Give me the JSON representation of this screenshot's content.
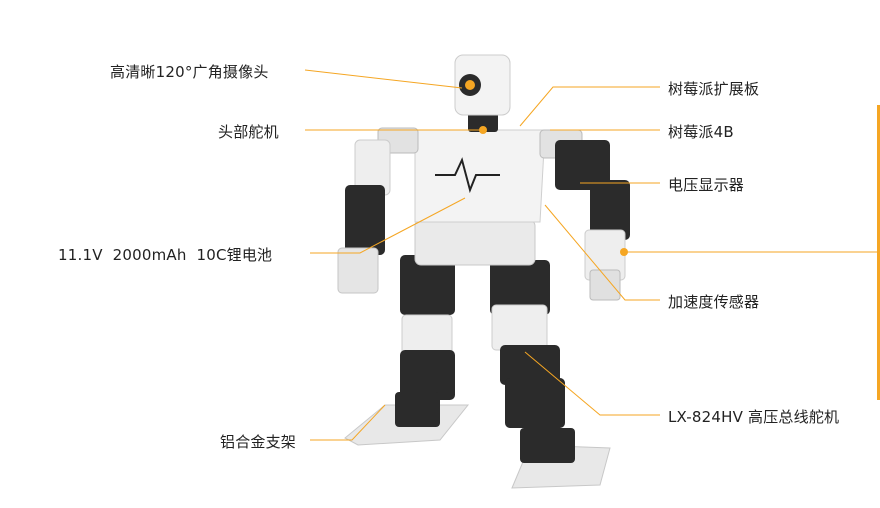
{
  "callouts": {
    "camera": "高清晰120°广角摄像头",
    "head_servo": "头部舵机",
    "battery": "11.1V  2000mAh  10C锂电池",
    "bracket": "铝合金支架",
    "expansion_board": "树莓派扩展板",
    "raspberry_pi": "树莓派4B",
    "voltage_display": "电压显示器",
    "accelerometer": "加速度传感器",
    "bus_servo": "LX-824HV 高压总线舵机"
  },
  "colors": {
    "accent": "#f5a623",
    "text": "#222222",
    "robot_body": "#f3f3f3",
    "robot_dark": "#2b2b2b"
  }
}
